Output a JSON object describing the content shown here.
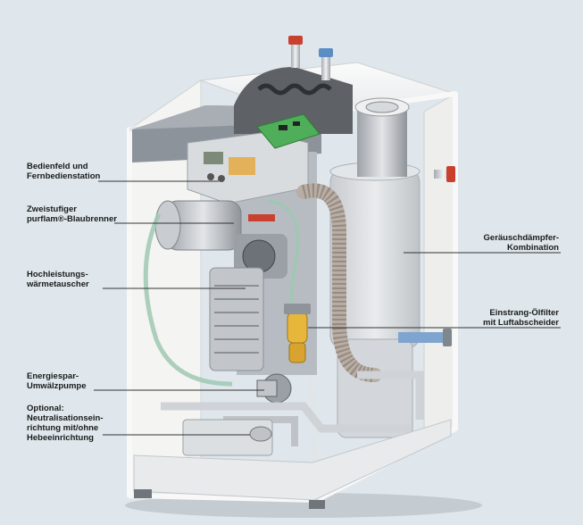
{
  "labels": {
    "bedienfeld": [
      "Bedienfeld und",
      "Fernbedienstation"
    ],
    "brenner": [
      "Zweistufiger",
      "purflam®-Blaubrenner"
    ],
    "waermetauscher": [
      "Hochleistungs-",
      "wärmetauscher"
    ],
    "pumpe": [
      "Energiespar-",
      "Umwälzpumpe"
    ],
    "neutralisation": [
      "Optional:",
      "Neutralisationsein-",
      "richtung mit/ohne",
      "Hebeeinrichtung"
    ],
    "daempfer": [
      "Geräuschdämpfer-",
      "Kombination"
    ],
    "oelfilter": [
      "Einstrang-Ölfilter",
      "mit Luftabscheider"
    ]
  },
  "colors": {
    "background": "#dfe7ec",
    "frame": "#f7f7f5",
    "tank": "#d7d9dc",
    "pipe_hot": "#c9412e",
    "pipe_cold": "#5b8fc4",
    "board": "#4fae5a",
    "filter": "#e7b73c",
    "leader": "#333333"
  }
}
